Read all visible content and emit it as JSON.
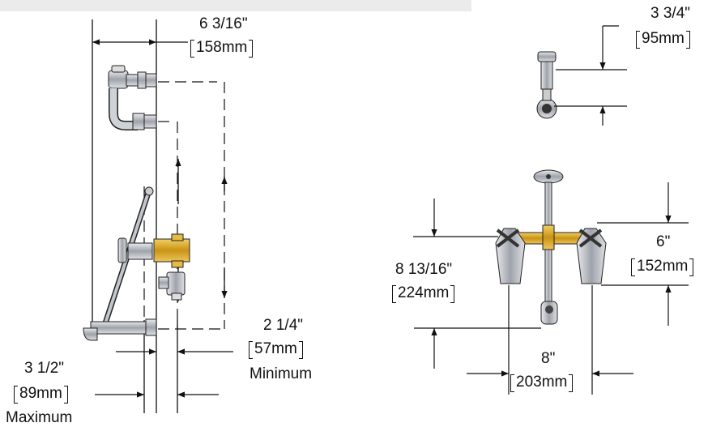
{
  "dimensions": {
    "top_width": {
      "imperial": "6 3/16\"",
      "metric": "158mm"
    },
    "wall_min": {
      "imperial": "2 1/4\"",
      "metric": "57mm",
      "note": "Minimum"
    },
    "wall_max": {
      "imperial": "3 1/2\"",
      "metric": "89mm",
      "note": "Maximum"
    },
    "top_view_depth": {
      "imperial": "3 3/4\"",
      "metric": "95mm"
    },
    "front_height": {
      "imperial": "8 13/16\"",
      "metric": "224mm"
    },
    "front_upper": {
      "imperial": "6\"",
      "metric": "152mm"
    },
    "centers": {
      "imperial": "8\"",
      "metric": "203mm"
    }
  },
  "colors": {
    "brass": "#d8a626",
    "chrome": "#b9bcc4",
    "line": "#111111"
  }
}
